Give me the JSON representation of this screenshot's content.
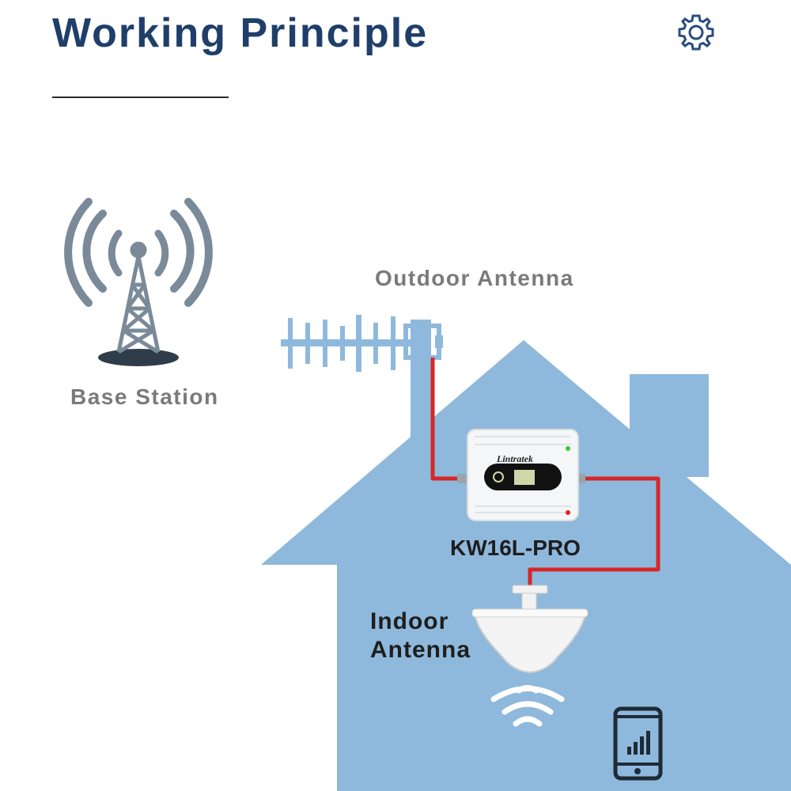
{
  "header": {
    "title": "Working Principle"
  },
  "icons": {
    "settings": "gear-icon",
    "tower": "cell-tower-icon",
    "phone": "smartphone-signal-icon",
    "wifi": "signal-waves-icon"
  },
  "labels": {
    "base_station": "Base Station",
    "outdoor_antenna": "Outdoor Antenna",
    "model": "KW16L-PRO",
    "indoor_antenna_line1": "Indoor",
    "indoor_antenna_line2": "Antenna"
  },
  "booster": {
    "brand": "Lintratek"
  },
  "colors": {
    "title": "#1f3f6a",
    "house": "#8fb9dc",
    "cable": "#d62828",
    "icon_gray": "#7a8a99",
    "label_gray": "#7a7a7a"
  }
}
